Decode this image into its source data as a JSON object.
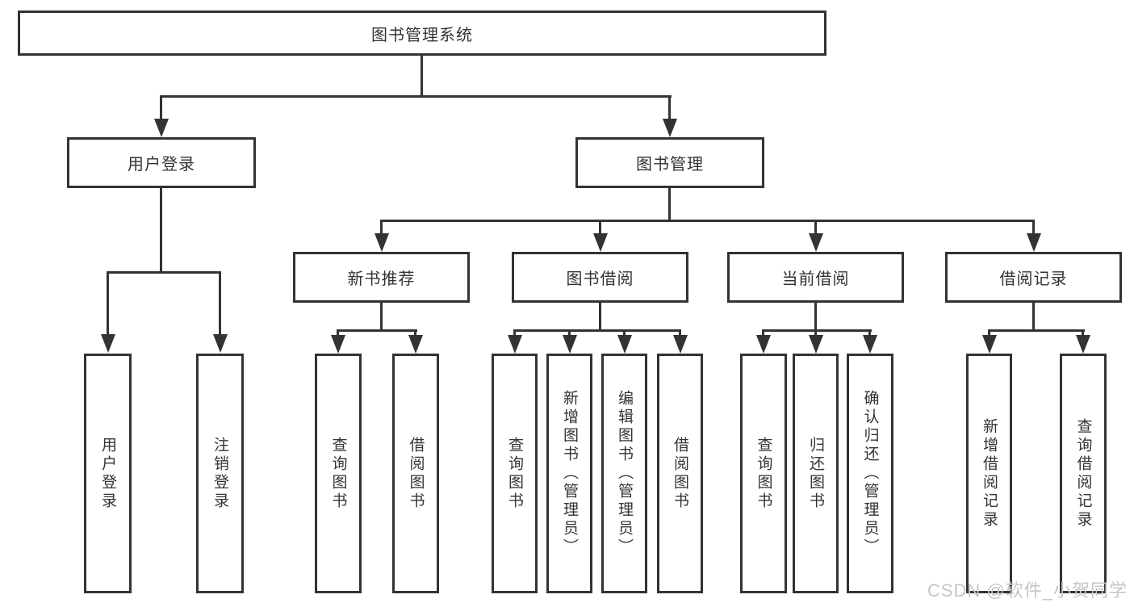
{
  "diagram_title": "图书管理系统",
  "nodes": [
    {
      "id": "root",
      "label": "图书管理系统",
      "level": 1
    },
    {
      "id": "user-login",
      "label": "用户登录",
      "level": 2
    },
    {
      "id": "book-mgmt",
      "label": "图书管理",
      "level": 2
    },
    {
      "id": "new-book-rec",
      "label": "新书推荐",
      "level": 3
    },
    {
      "id": "book-borrow",
      "label": "图书借阅",
      "level": 3
    },
    {
      "id": "current-borrow",
      "label": "当前借阅",
      "level": 3
    },
    {
      "id": "borrow-records",
      "label": "借阅记录",
      "level": 3
    },
    {
      "id": "leaf-user-login",
      "label": "用户登录",
      "level": 4,
      "parent": "user-login"
    },
    {
      "id": "leaf-logout",
      "label": "注销登录",
      "level": 4,
      "parent": "user-login"
    },
    {
      "id": "leaf-query-books-rec",
      "label": "查询图书",
      "level": 4,
      "parent": "new-book-rec"
    },
    {
      "id": "leaf-borrow-books-rec",
      "label": "借阅图书",
      "level": 4,
      "parent": "new-book-rec"
    },
    {
      "id": "leaf-query-books-bor",
      "label": "查询图书",
      "level": 4,
      "parent": "book-borrow"
    },
    {
      "id": "leaf-add-books",
      "label": "新增图书（管理员）",
      "level": 4,
      "parent": "book-borrow"
    },
    {
      "id": "leaf-edit-books",
      "label": "编辑图书（管理员）",
      "level": 4,
      "parent": "book-borrow"
    },
    {
      "id": "leaf-borrow-books-bor",
      "label": "借阅图书",
      "level": 4,
      "parent": "book-borrow"
    },
    {
      "id": "leaf-query-books-cur",
      "label": "查询图书",
      "level": 4,
      "parent": "current-borrow"
    },
    {
      "id": "leaf-return-books",
      "label": "归还图书",
      "level": 4,
      "parent": "current-borrow"
    },
    {
      "id": "leaf-confirm-return",
      "label": "确认归还（管理员）",
      "level": 4,
      "parent": "current-borrow"
    },
    {
      "id": "leaf-add-borrow-record",
      "label": "新增借阅记录",
      "level": 4,
      "parent": "borrow-records"
    },
    {
      "id": "leaf-query-borrow-record",
      "label": "查询借阅记录",
      "level": 4,
      "parent": "borrow-records"
    }
  ],
  "watermark": "CSDN @软件_小贺同学",
  "colors": {
    "line": "#333333",
    "text": "#333333",
    "background": "#ffffff",
    "watermark": "#c6c6c6"
  }
}
